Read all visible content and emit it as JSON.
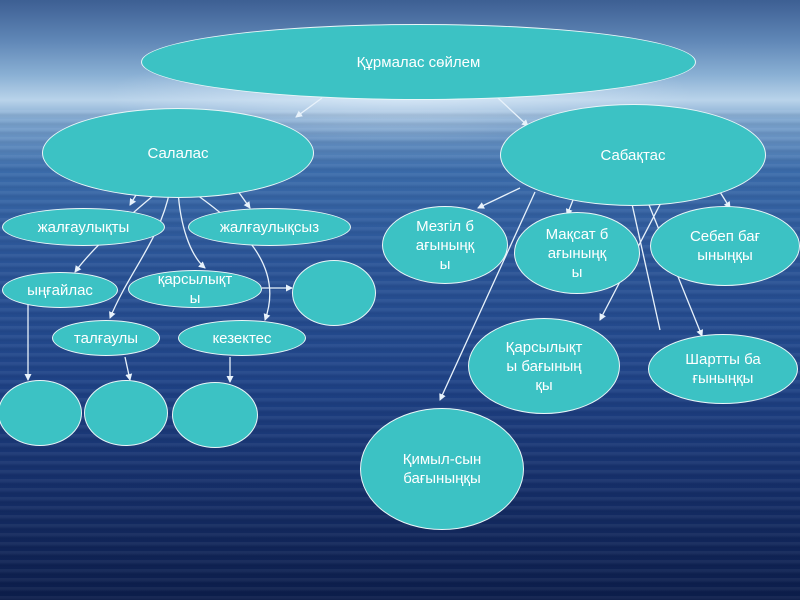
{
  "diagram": {
    "root": {
      "label": "Құрмалас сөйлем"
    },
    "salalas": {
      "label": "Салалас",
      "children": [
        "жалғаулықты",
        "жалғаулықсыз",
        "ыңғайлас",
        "қарсылықты",
        "талғаулы",
        "кезектес"
      ]
    },
    "sabaktas": {
      "label": "Сабақтас",
      "children": [
        "Мезгіл бағыныңқы",
        "Мақсат бағыныңқы",
        "Себеп бағыныңқы",
        "Қарсылықты бағыныңқы",
        "Шартты бағыныңқы",
        "Қимыл-сын бағыныңқы"
      ]
    }
  },
  "colors": {
    "node_fill": "#3cc2c4",
    "node_border": "#e9f6f8",
    "text": "#ffffff"
  }
}
